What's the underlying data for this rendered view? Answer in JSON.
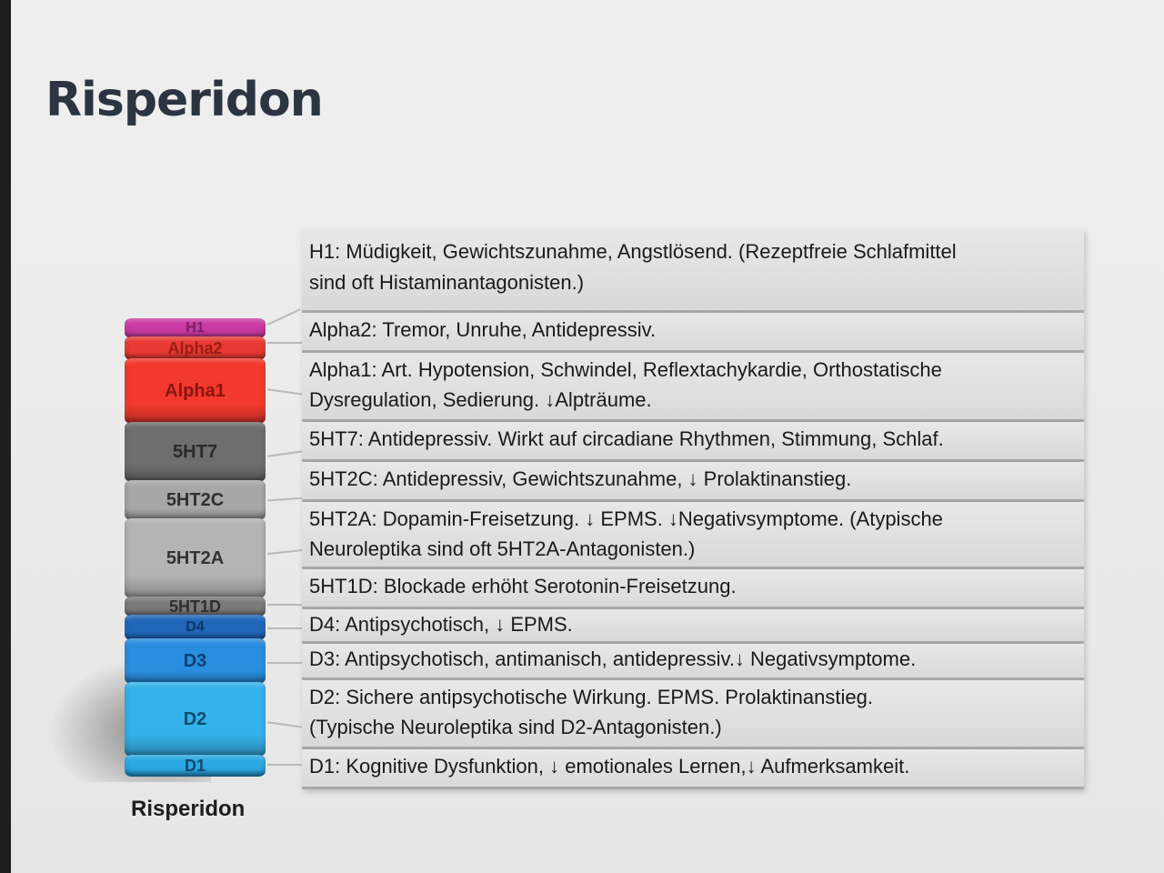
{
  "title": "Risperidon",
  "stack_caption": "Risperidon",
  "receptors": [
    {
      "label": "H1",
      "color": "#c93aa2",
      "text_color": "#7a1f63"
    },
    {
      "label": "Alpha2",
      "color": "#e83a32",
      "text_color": "#9a1c16"
    },
    {
      "label": "Alpha1",
      "color": "#f2392c",
      "text_color": "#8a1410"
    },
    {
      "label": "5HT7",
      "color": "#6e6e6e",
      "text_color": "#2a2a2a"
    },
    {
      "label": "5HT2C",
      "color": "#a7a7a7",
      "text_color": "#2f2f2f"
    },
    {
      "label": "5HT2A",
      "color": "#b4b4b4",
      "text_color": "#333333"
    },
    {
      "label": "5HT1D",
      "color": "#7a7a7a",
      "text_color": "#2e2e2e"
    },
    {
      "label": "D4",
      "color": "#1f66b8",
      "text_color": "#0e3566"
    },
    {
      "label": "D3",
      "color": "#2a8ee0",
      "text_color": "#0e3f70"
    },
    {
      "label": "D2",
      "color": "#34b2ea",
      "text_color": "#0e4a70"
    },
    {
      "label": "D1",
      "color": "#2aa8e3",
      "text_color": "#0e4a70"
    }
  ],
  "effects": [
    {
      "line1": "H1: Müdigkeit, Gewichtszunahme, Angstlösend. (Rezeptfreie Schlafmittel",
      "line2": "sind oft Histaminantagonisten.)"
    },
    {
      "line1": "Alpha2: Tremor, Unruhe, Antidepressiv.",
      "line2": ""
    },
    {
      "line1": "Alpha1: Art. Hypotension, Schwindel, Reflextachykardie, Orthostatische",
      "line2": "Dysregulation, Sedierung. ↓Alpträume."
    },
    {
      "line1": "5HT7: Antidepressiv. Wirkt auf circadiane Rhythmen, Stimmung, Schlaf.",
      "line2": ""
    },
    {
      "line1": "5HT2C: Antidepressiv, Gewichtszunahme, ↓ Prolaktinanstieg.",
      "line2": ""
    },
    {
      "line1": "5HT2A: Dopamin-Freisetzung. ↓ EPMS. ↓Negativsymptome. (Atypische",
      "line2": "Neuroleptika sind oft 5HT2A-Antagonisten.)"
    },
    {
      "line1": "5HT1D: Blockade erhöht Serotonin-Freisetzung.",
      "line2": ""
    },
    {
      "line1": "D4: Antipsychotisch, ↓ EPMS.",
      "line2": ""
    },
    {
      "line1": "D3: Antipsychotisch, antimanisch, antidepressiv.↓ Negativsymptome.",
      "line2": ""
    },
    {
      "line1": "D2: Sichere antipsychotische Wirkung. EPMS. Prolaktinanstieg.",
      "line2": "(Typische Neuroleptika sind D2-Antagonisten.)"
    },
    {
      "line1": "D1: Kognitive Dysfunktion, ↓ emotionales Lernen,↓ Aufmerksamkeit.",
      "line2": ""
    }
  ]
}
